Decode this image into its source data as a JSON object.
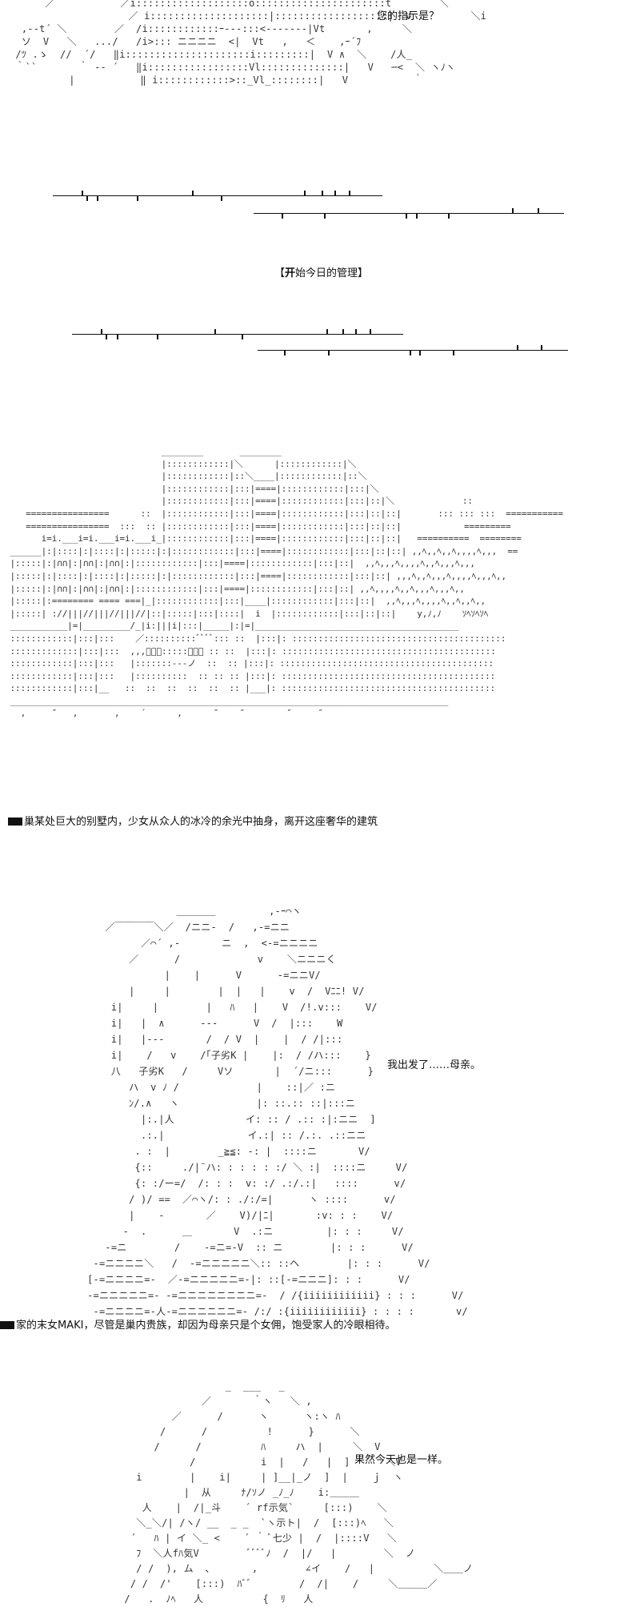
{
  "scene1": {
    "speech": "您的指示是？",
    "art": "      ／           ／i:::::::::::::::::::o::::::::::::::::::::::t        ＼\n                    ／ i::::::::::::::::::::|:::::::::::::::::::|  V          ＼i\n  ,--t´ ＼        ／  /i::::::::::::ｰ---:::<-------|Vt       ,     ＼\n  ソ  V   ＼   .../   /i>::: ニニニニ  <|  Vt   ,   ＜    ,ｰ´ﾌ\n /ﾂ .ゝ  //  ´/   ‖i:::::::::::::::::::::i:::::::::|  V ∧  ＼    /人_\n ｀``       ｀ -- ´   ‖i:::::::::::::::::Vl::::::::::::::|   V   ─<  ＼ ヽﾉヽ\n          |           ‖ i::::::::::::>::_Vl_::::::::|   V           ｀"
  },
  "heading": {
    "prefix": "【",
    "bold": "开",
    "rest": "始今日的管理】"
  },
  "scene2": {
    "art": "                              ________       ________\n                              |::::::::::::|＼      |::::::::::::|＼\n                              |::::::::::::|::＼____|::::::::::::|::＼\n                              |::::::::::::|:::|====|::::::::::::|:::|＼\n                              |::::::::::::|:::|====|::::::::::::|:::|::|＼             ::\n    ================      ::  |::::::::::::|:::|====|::::::::::::|:::|::|::|       ::: ::: :::  ===========\n    ================  :::  :: |::::::::::::|:::|====|::::::::::::|:::|::|::|            =========\n       i=i.___i=i.___i=i.___i_|::::::::::::|:::|====|::::::::::::|:::|::|::|   ==========  ========\n ______|:|::::|:|::::|:|:::::|:|::::::::::::|:::|====|::::::::::::|:::|::|::| ,,ﾍ,,ﾍ,,ﾍ,,,,ﾍ,,,  ==\n |:::::|:|∩∩|:|∩∩|:|∩∩|:|::::::::::::|:::|====|::::::::::::|:::|::|  ,,ﾍ,,,ﾍ,,,,ﾍ,,ﾍ,,,ﾍ,,,\n |:::::|:|::::|:|::::|:|:::::|:|::::::::::::|:::|====|::::::::::::|:::|::| ,,,ﾍ,,ﾍ,,,ﾍ,,,,ﾍ,,,ﾍ,,\n |:::::|:|∩∩|:|∩∩|:|∩∩|:|::::::::::::|:::|====|::::::::::::|:::|::| ,,ﾍ,,,,ﾍ,,ﾍ,,,ﾍ,,,ﾍ,,\n |:::::|:======== ==== ===|_|::::::::::::|:::|____|::::::::::::|:::|::|  ,,ﾍ,,,ﾍ,,,,ﾍ,,ﾍ,,ﾍ,,\n |:::::| ://|||//|||//|||//|::|:::::|:::|::::|  i  |::::::::::::|:::|::|::|    y,ﾉ,ﾉ    ｿﾍｿﾍｿﾍ\n ___________|=|_________/_|i:|||i|:::|_____|:|=|_______________________________________\n ::::::::::::|:::|:::    ／::::::::::ﾞﾞﾞﾞ::: ::  |:::|: :::::::::::::::::::::::::::::::::::::::::\n :::::::::::::|:::|:::  ,,,ﾞﾞﾞ:::::ﾞﾞﾞ :: ::  |:::|: :::::::::::::::::::::::::::::::::::::::::\n ::::::::::::|:::|:::   |:::::::---ノ  ::  :: |:::|: :::::::::::::::::::::::::::::::::::::::::\n ::::::::::::|:::|:::   |::::::::::  :: :: :: |:::|: :::::::::::::::::::::::::::::::::::::::::\n ::::::::::::|:::|__   ::  ::  ::  ::  ::  :: |___|: :::::::::::::::::::::::::::::::::::::::::\n ____________________________________________________________________________________\n   ,     ″   ,       ,    ´      ,      ″    ″        ″     ″"
  },
  "caption1": {
    "text": "巢某处巨大的别墅内，少女从众人的冰冷的余光中抽身，离开这座奢华的建筑"
  },
  "scene3": {
    "speech": "我出发了……母亲。",
    "art": "                    ＿＿＿＿         ,-ｰ⌒ヽ\n        ／￣￣￣￣＼／  /ニニ-  /   ,-=ニニ\n              ／⌒´ ,-       ニ  ,  <-=ニニニニ\n            ／      /             v    ＼ニニニく\n                  |    |      V      -=ニニV/\n            |     |        |  |   |    v  /  Vﾆﾆ! V/\n         i|     |        |   ﾊ   |    V  /!.v:::    V/\n         i|   |  ∧      ---      V  /  |:::    W\n         i|   |---       /  / V  |    |  / /|:::\n         i|    /   v    /｢子劣K |    |:  / /ハ:::    }\n         八   子劣K   /     Vソ       |  ´/ニ:::      }\n            ハ  v ﾉ /             |    ::|／ :ニ\n            ﾝ/.∧   ヽ             |: ::.:: ::|:::ニ\n              |:.|人            イ: :: / .:: :|:ニニ  ]\n              .:.|              イ.:| :: /.:. .::ニニ\n             . :  |        _≧≦: -: |  ::::ニ       V/\n             {::     ./|¨ハ: : : : : :/ ＼ :|  ::::ニ     V/\n             {: :/ー=/  /: : :  v: :/ .:/.:|   ::::      v/\n            / )/ ==  ／⌒ヽ/: : ./:/=|      ヽ ::::      v/\n            |    -       ／    V)/|ﾆ|       :v: : :    V/\n           ‐  .      ＿       V  .:ニ         |: : :     V/\n        -=ニ        /    -=ニ=-V  :: ニ        |: : :      V/\n      -=ニニニニ＼   /  -=ニニニニニ＼:: ::ヘ        |: : :      V/\n     [-=ニニニニ=-  ／-=ニニニニニ=-|: ::[-=ニニニ]: : :      V/\n     -=ニニニニニ=- -=ニニニニニニニニ=-  / /{iiiiiiiiiiii} : : :      V/\n      -=ニニニニ=-人-=ニニニニニニ=- /:/ :{iiiiiiiiiiii} : : : :       v/"
  },
  "caption2": {
    "text": "家的末女MAKI，尽管是巢内贵族，却因为母亲只是个女佣，饱受家人的冷眼相待。"
  },
  "scene4": {
    "speech": "果然今天也是一样。",
    "art": "                         _  ___   _\n                     ／       ｀ヽ   ＼ ,\n                ／      /      ヽ      ヽ:ヽ ﾊ\n              /      /          !      }      ＼\n             /      /          ﾊ     ハ  |     ＼  V\n                   /           i  |   /   |  ]      ＼V\n          i        |    i|     | ]__|_ノ  ]  |    ｊ  ヽ\n                  |  从     ﾅ/ｿノ _ﾉ_ﾉ    i:＿＿＿\n           人    |  /|_斗    ´ rf示気`     [:::)    ＼\n          ＼_＼/| /ヽ/ __  _ _  `ヽ示ト|  /  [:::)ﾍ   ＼\n         ´   ﾊ | イ ＼_ <    ´ ｀ ﾞ七少 |  /  |::::V   ＼\n          ﾌ  ＼人fﾊ気V        ﾞﾞﾞﾞﾉ  /  |/   |        ＼  ノ\n          / /  ), ム  ､       ,        ∠イ    /   |          ＼＿＿ノ\n         / /  /'    [:::)  ﾊﾞﾞ        /  /|    /     ＼＿＿＿／\n        /   .  ﾉﾍ   人          {  ﾘ   人"
  }
}
